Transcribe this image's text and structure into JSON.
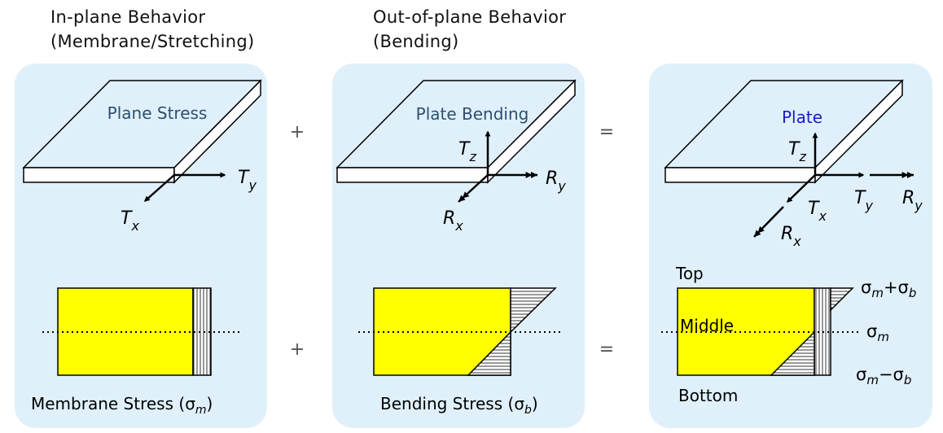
{
  "headings": {
    "in_plane": {
      "line1": "In-plane Behavior",
      "line2": "(Membrane/Stretching)"
    },
    "out_of_plane": {
      "line1": "Out-of-plane Behavior",
      "line2": "(Bending)"
    }
  },
  "operators": {
    "plus": "+",
    "equals": "="
  },
  "panels": {
    "membrane": {
      "plate_label": "Plane Stress",
      "axes": {
        "y": "T",
        "y_sub": "y",
        "x": "T",
        "x_sub": "x"
      },
      "caption_prefix": "Membrane Stress (",
      "caption_sigma": "σ",
      "caption_sub": "m",
      "caption_suffix": ")"
    },
    "bending": {
      "plate_label": "Plate Bending",
      "axes": {
        "z": "T",
        "z_sub": "z",
        "y": "R",
        "y_sub": "y",
        "x": "R",
        "x_sub": "x"
      },
      "caption_prefix": "Bending Stress (",
      "caption_sigma": "σ",
      "caption_sub": "b",
      "caption_suffix": ")"
    },
    "plate": {
      "plate_label": "Plate",
      "axes": {
        "z": "T",
        "z_sub": "z",
        "tx": "T",
        "tx_sub": "x",
        "ty": "T",
        "ty_sub": "y",
        "ry": "R",
        "ry_sub": "y",
        "rx": "R",
        "rx_sub": "x"
      },
      "section_labels": {
        "top": "Top",
        "middle": "Middle",
        "bottom": "Bottom"
      },
      "stress_labels": {
        "top_sigma": "σ",
        "top_sub1": "m",
        "top_op": "+",
        "top_sigma2": "σ",
        "top_sub2": "b",
        "mid_sigma": "σ",
        "mid_sub": "m",
        "bot_sigma": "σ",
        "bot_sub1": "m",
        "bot_op": "−",
        "bot_sigma2": "σ",
        "bot_sub2": "b"
      }
    }
  },
  "colors": {
    "panel_fill": "#dff0fb",
    "plate_label": "#2f4f6f",
    "plate_label_plate": "#1a1acc",
    "section_fill": "#ffff00",
    "stroke": "#000000"
  }
}
